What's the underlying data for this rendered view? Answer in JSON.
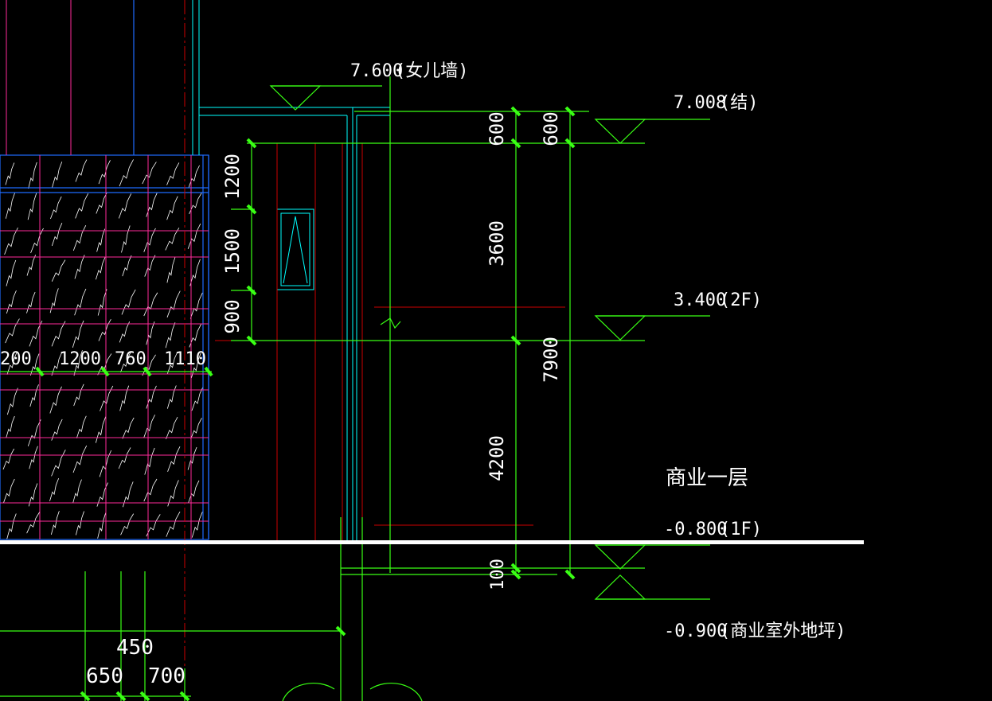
{
  "elevations": {
    "parapet": {
      "value": "7.600",
      "note": "(女儿墙)"
    },
    "structure": {
      "value": "7.008",
      "note": "(结)"
    },
    "second_floor": {
      "value": "3.400",
      "note": "(2F)"
    },
    "first_floor": {
      "value": "-0.800",
      "note": "(1F)"
    },
    "outdoor_ground": {
      "value": "-0.900",
      "note": "(商业室外地坪)"
    }
  },
  "floor_label": "商业一层",
  "dims": {
    "left_1200": "1200",
    "left_1500": "1500",
    "left_900": "900",
    "mid_600": "600",
    "right_600": "600",
    "mid_3600": "3600",
    "mid_4200": "4200",
    "mid_100": "100",
    "right_7900": "7900",
    "h_1200a": "200",
    "h_1200b": "1200",
    "h_760": "760",
    "h_1110": "1110",
    "bot_450": "450",
    "bot_650": "650",
    "bot_700": "700"
  },
  "colors": {
    "background": "#000000",
    "dimension": "#39ff14",
    "outline": "#00ffff",
    "axis": "#cc0000",
    "grid": "#ff2a9a",
    "facade": "#1e6bff",
    "ground": "#ffffff"
  }
}
